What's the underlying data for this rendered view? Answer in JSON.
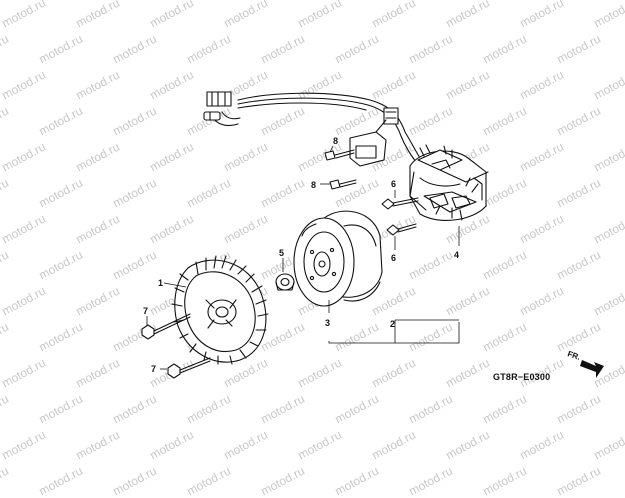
{
  "diagram": {
    "watermark_text": "motod.ru",
    "drawing_code": "GT8R−E0300",
    "direction_label": "FR.",
    "callouts": {
      "c1": "1",
      "c2": "2",
      "c3": "3",
      "c4": "4",
      "c5": "5",
      "c6a": "6",
      "c6b": "6",
      "c7a": "7",
      "c7b": "7",
      "c8a": "8",
      "c8b": "8"
    }
  }
}
